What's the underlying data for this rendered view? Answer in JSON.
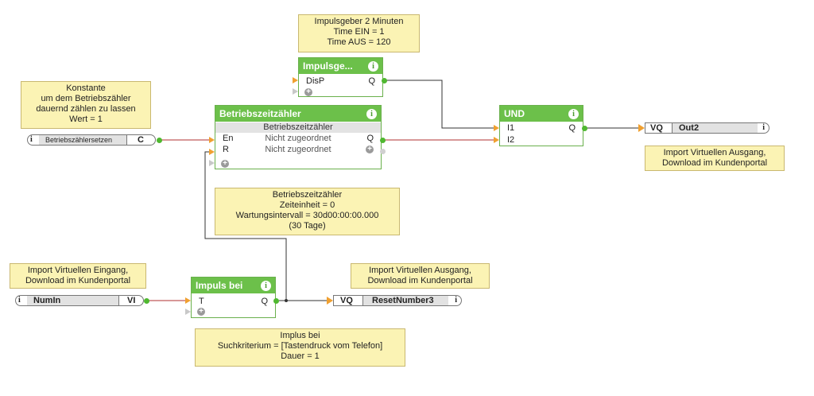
{
  "notes": {
    "impulsgeber": [
      "Impulsgeber 2 Minuten",
      "Time EIN = 1",
      "Time AUS = 120"
    ],
    "konstante": [
      "Konstante",
      "um dem Betriebszähler",
      "dauernd zählen zu lassen",
      "Wert = 1"
    ],
    "betriebszeit": [
      "Betriebszeitzähler",
      "Zeiteinheit = 0",
      "Wartungsintervall = 30d00:00:00.000",
      "(30 Tage)"
    ],
    "import_out2": [
      "Import Virtuellen Ausgang,",
      "Download im Kundenportal"
    ],
    "import_in": [
      "Import Virtuellen Eingang,",
      "Download im Kundenportal"
    ],
    "import_out3": [
      "Import Virtuellen Ausgang,",
      "Download im Kundenportal"
    ],
    "implus": [
      "Implus bei",
      "Suchkriterium = [Tastendruck vom Telefon]",
      "Dauer = 1"
    ]
  },
  "blocks": {
    "impulsgeber": {
      "title": "Impulsge...",
      "in": "DisP",
      "out": "Q"
    },
    "betriebszeit": {
      "title": "Betriebszeitzähler",
      "subtitle": "Betriebszeitzähler",
      "in1": "En",
      "in2": "R",
      "mid1": "Nicht zugeordnet",
      "mid2": "Nicht zugeordnet",
      "out": "Q"
    },
    "und": {
      "title": "UND",
      "in1": "I1",
      "in2": "I2",
      "out": "Q"
    },
    "impuls": {
      "title": "Impuls bei",
      "in": "T",
      "out": "Q"
    }
  },
  "io": {
    "const_in": {
      "name": "Betriebszählersetzen",
      "type": "C"
    },
    "numin": {
      "name": "NumIn",
      "type": "VI"
    },
    "out2": {
      "type": "VQ",
      "name": "Out2"
    },
    "reset": {
      "type": "VQ",
      "name": "ResetNumber3"
    }
  },
  "symbols": {
    "info": "i",
    "plus": "+"
  },
  "colors": {
    "block_header": "#6cc04a",
    "note_bg": "#fbf3b4",
    "wire_red": "#b03030",
    "pin_in": "#f0a030",
    "pin_out": "#4fb830"
  }
}
